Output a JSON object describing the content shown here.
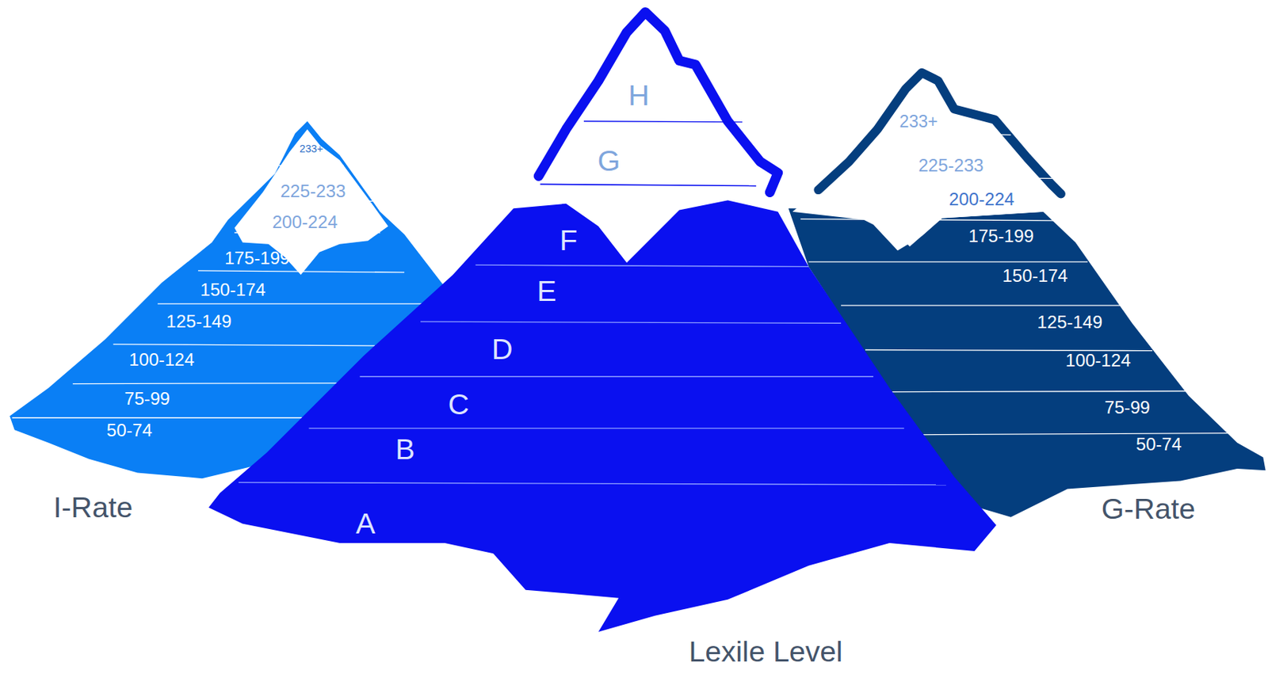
{
  "diagram": {
    "nodes": [
      {
        "text": [
          "I-Rate"
        ]
      },
      {
        "text": [
          "233+"
        ],
        "in": 0
      },
      {
        "text": [
          "225-233"
        ],
        "in": 0
      },
      {
        "text": [
          "200-224"
        ],
        "in": 0
      },
      {
        "text": [
          "175-199"
        ],
        "in": 0
      },
      {
        "text": [
          "150-174"
        ],
        "in": 0
      },
      {
        "text": [
          "125-149"
        ],
        "in": 0
      },
      {
        "text": [
          "100-124"
        ],
        "in": 0
      },
      {
        "text": [
          "75-99"
        ],
        "in": 0
      },
      {
        "text": [
          "50-74"
        ],
        "in": 0
      },
      {
        "text": [
          "Lexile Level"
        ]
      },
      {
        "text": [
          "H"
        ],
        "in": 10
      },
      {
        "text": [
          "G"
        ],
        "in": 10
      },
      {
        "text": [
          "F"
        ],
        "in": 10
      },
      {
        "text": [
          "E"
        ],
        "in": 10
      },
      {
        "text": [
          "D"
        ],
        "in": 10
      },
      {
        "text": [
          "C"
        ],
        "in": 10
      },
      {
        "text": [
          "B"
        ],
        "in": 10
      },
      {
        "text": [
          "A"
        ],
        "in": 10
      },
      {
        "text": [
          "G-Rate"
        ]
      },
      {
        "text": [
          "233+"
        ],
        "in": 19
      },
      {
        "text": [
          "225-233"
        ],
        "in": 19
      },
      {
        "text": [
          "200-224"
        ],
        "in": 19
      },
      {
        "text": [
          "175-199"
        ],
        "in": 19
      },
      {
        "text": [
          "150-174"
        ],
        "in": 19
      },
      {
        "text": [
          "125-149"
        ],
        "in": 19
      },
      {
        "text": [
          "100-124"
        ],
        "in": 19
      },
      {
        "text": [
          "75-99"
        ],
        "in": 19
      },
      {
        "text": [
          "50-74"
        ],
        "in": 19
      }
    ]
  }
}
